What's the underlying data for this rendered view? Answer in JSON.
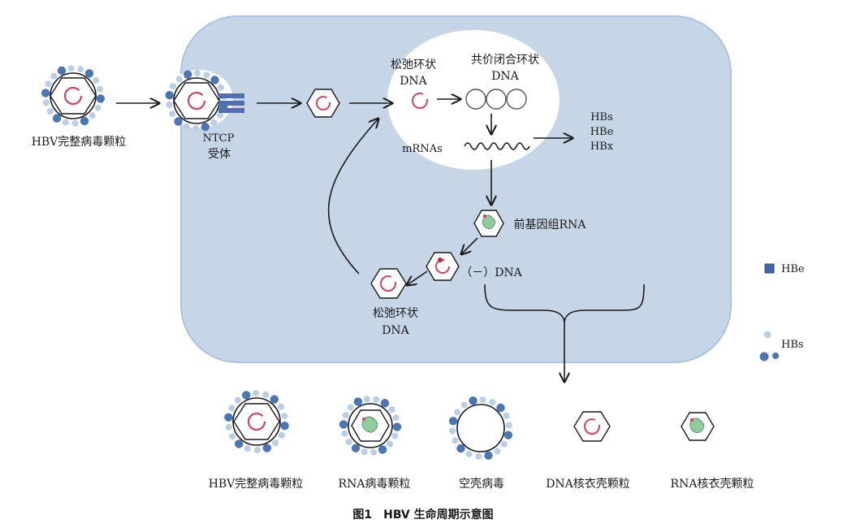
{
  "colors": {
    "cell_fill": "#c7d6e7",
    "cell_stroke": "#a9c3e0",
    "nucleus": "#ffffff",
    "dot_dark": "#4a76b8",
    "dot_light": "#b9cfe8",
    "hbe_square": "#3f66a6",
    "receptor": "#4f6fae",
    "rna_green": "#8fce9c",
    "dna_red": "#d8435c"
  },
  "labels": {
    "hbv_virion": "HBV完整病毒颗粒",
    "ntcp": "NTCP",
    "receptor": "受体",
    "rcdna_top_1": "松弛环状",
    "rcdna_top_2": "DNA",
    "cccdna_1": "共价闭合环状",
    "cccdna_2": "DNA",
    "mrnas": "mRNAs",
    "hbs": "HBs",
    "hbe": "HBe",
    "hbx": "HBx",
    "pgrna": "前基因组RNA",
    "minus_dna": "（－）DNA",
    "rcdna_bottom_1": "松弛环状",
    "rcdna_bottom_2": "DNA",
    "legend_hbe": "HBe",
    "legend_hbs": "HBs"
  },
  "products": [
    {
      "label": "HBV完整病毒颗粒"
    },
    {
      "label": "RNA病毒颗粒"
    },
    {
      "label": "空壳病毒"
    },
    {
      "label": "DNA核衣壳颗粒"
    },
    {
      "label": "RNA核衣壳颗粒"
    }
  ],
  "caption": "图1　HBV 生命周期示意图"
}
